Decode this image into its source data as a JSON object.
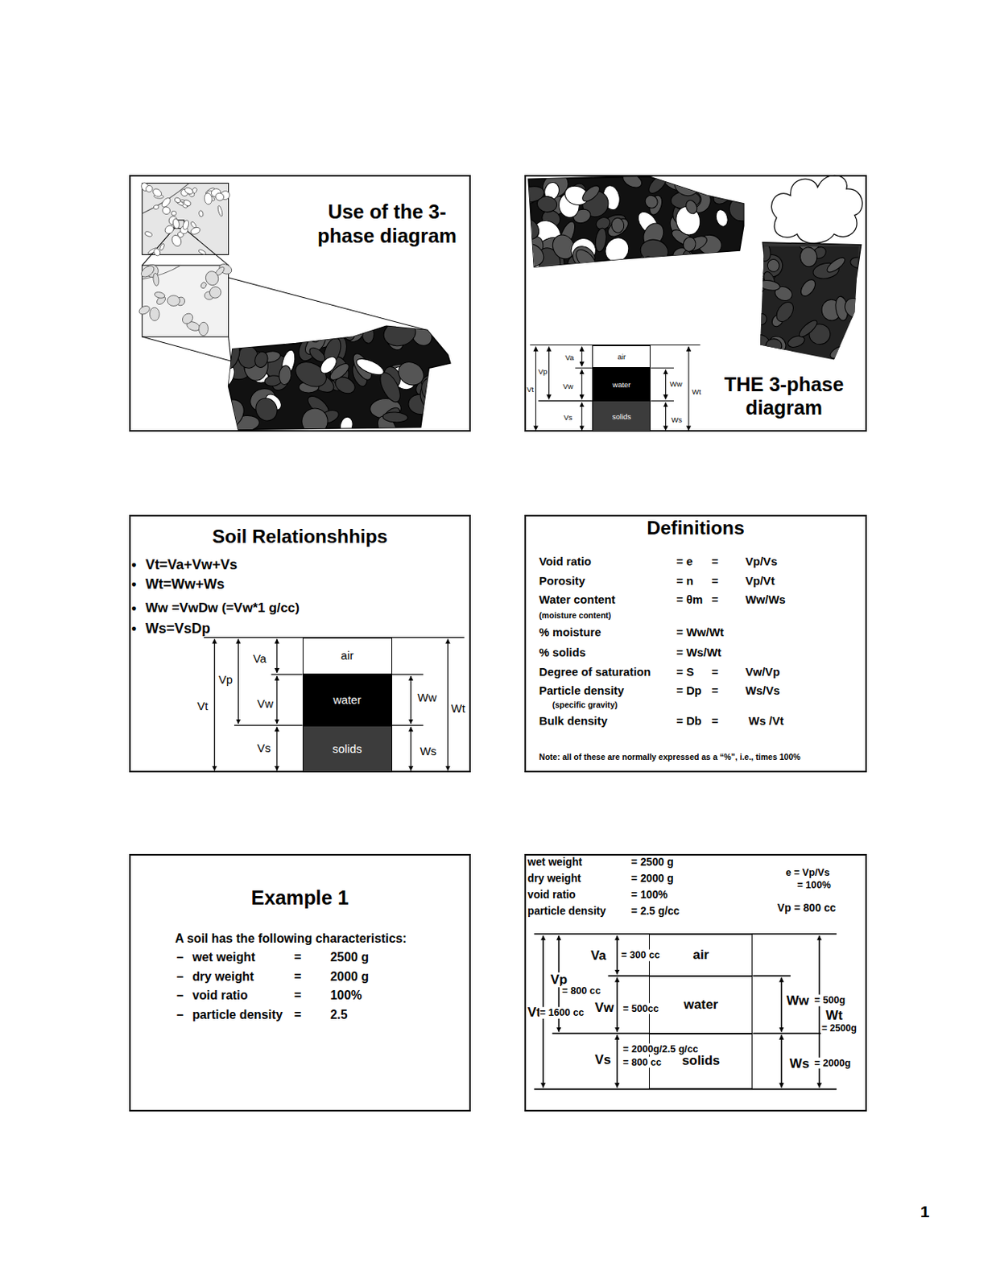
{
  "diagram": {
    "nodes": [
      {
        "text": [
          "Use of the 3-phase diagram"
        ]
      },
      {
        "text": [
          "THE 3-phase diagram"
        ]
      },
      {
        "text": [
          "air"
        ],
        "in": 1
      },
      {
        "text": [
          "water"
        ],
        "in": 1
      },
      {
        "text": [
          "solids"
        ],
        "in": 1
      },
      {
        "text": [
          "Soil Relationshhips"
        ]
      },
      {
        "text": [
          "air"
        ],
        "in": 5
      },
      {
        "text": [
          "water"
        ],
        "in": 5
      },
      {
        "text": [
          "solids"
        ],
        "in": 5
      },
      {
        "text": [
          "Definitions"
        ]
      },
      {
        "text": [
          "Example 1",
          "A soil has the following characteristics:"
        ]
      },
      {
        "text": [
          "wet weight",
          "= 2500 g",
          "dry weight",
          "= 2000 g",
          "void ratio",
          "= 100%",
          "particle density",
          "=  2.5 g/cc"
        ]
      },
      {
        "text": [
          "air"
        ],
        "in": 11
      },
      {
        "text": [
          "water"
        ],
        "in": 11
      },
      {
        "text": [
          "solids"
        ],
        "in": 11
      }
    ],
    "labels": [
      "Va",
      "Vp",
      "Vt",
      "Vw",
      "Vs",
      "Ww",
      "Wt",
      "Ws",
      "•",
      "Vt=Va+Vw+Vs",
      "•",
      "Wt=Ww+Ws",
      "•",
      "Ww =VwDw (=Vw*1 g/cc)",
      "•",
      "Ws=VsDp",
      "Va",
      "Vp",
      "Vt",
      "Vw",
      "Vs",
      "Ww",
      "Wt",
      "Ws",
      "Void ratio",
      "= e",
      "=",
      "Vp/Vs",
      "Porosity",
      "= n",
      "=",
      "Vp/Vt",
      "Water content",
      "= θm",
      "=",
      "Ww/Ws",
      "(moisture content)",
      "% moisture",
      "= Ww/Wt",
      "% solids",
      "= Ws/Wt",
      "Degree of saturation",
      "= S",
      "=",
      "Vw/Vp",
      "Particle density",
      "= Dp",
      "=",
      "Ws/Vs",
      "(specific gravity)",
      "Bulk density",
      "= Db",
      "=",
      "Ws /Vt",
      "Note:  all of these are normally expressed as a “%”, i.e., times 100%",
      "–",
      "wet weight",
      "=",
      "2500 g",
      "–",
      "dry weight",
      "=",
      "2000 g",
      "–",
      "void ratio",
      "=",
      "100%",
      "–",
      "particle density",
      "=",
      "2.5",
      "e = Vp/Vs",
      "= 100%",
      "Vp = 800 cc",
      "Va",
      "= 300 cc",
      "Vp",
      "= 800 cc",
      "Vt",
      "= 1600 cc",
      "Vw",
      "= 500cc",
      "Ww",
      "= 500g",
      "Wt",
      "= 2500g",
      "= 2000g/2.5 g/cc",
      "Vs",
      "= 800 cc",
      "Ws",
      "= 2000g",
      "1"
    ]
  }
}
